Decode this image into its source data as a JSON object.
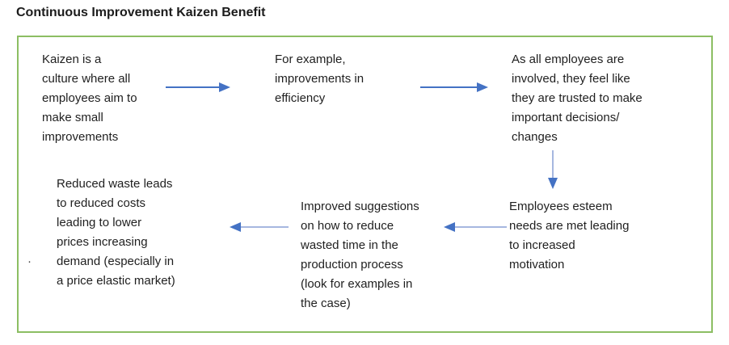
{
  "title": "Continuous Improvement Kaizen Benefit",
  "colors": {
    "frame_border": "#8CBE63",
    "arrow_blue": "#4472C4",
    "arrow_shaft_light": "#A6B7E0",
    "text": "#1F1F1F"
  },
  "diagram": {
    "nodes": [
      {
        "id": "kaizen-culture",
        "text": "Kaizen is a\nculture where all\nemployees aim to\nmake small\nimprovements"
      },
      {
        "id": "example-efficiency",
        "text": "For example,\nimprovements in\nefficiency"
      },
      {
        "id": "employees-trusted",
        "text": "As all employees are\ninvolved, they feel like\nthey are trusted to make\nimportant decisions/\nchanges"
      },
      {
        "id": "esteem-motivation",
        "text": "Employees esteem\nneeds are met leading\nto increased\nmotivation"
      },
      {
        "id": "improved-suggestions",
        "text": "Improved suggestions\non how to reduce\nwasted time in the\nproduction process\n(look for examples in\nthe case)"
      },
      {
        "id": "reduced-waste",
        "text": "Reduced waste leads\nto reduced costs\nleading to lower\nprices increasing\ndemand (especially in\na price elastic market)"
      }
    ],
    "arrows": [
      {
        "name": "arrow-kaizen-to-example",
        "direction": "right"
      },
      {
        "name": "arrow-example-to-trusted",
        "direction": "right"
      },
      {
        "name": "arrow-trusted-to-esteem",
        "direction": "down"
      },
      {
        "name": "arrow-esteem-to-suggestions",
        "direction": "left"
      },
      {
        "name": "arrow-suggestions-to-waste",
        "direction": "left"
      }
    ],
    "stray_mark": "·"
  }
}
